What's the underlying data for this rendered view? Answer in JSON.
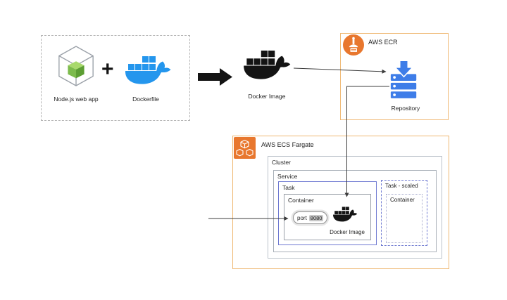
{
  "colors": {
    "docker-blue": "#2496ED",
    "icon-black": "#141414",
    "aws-orange": "#E8772E",
    "orange-border": "#EFB873",
    "repo-blue": "#3E7DE8",
    "node-green-top": "#A8D96C",
    "node-green-left": "#7CBB4C",
    "node-green-right": "#5C9E33",
    "wireframe-gray": "#9AA0A8",
    "cluster-border": "#BCC3CB",
    "service-border": "#A9B0B8",
    "container-border": "#9BA1A9",
    "task-border": "#6E79D1",
    "scaled-container-border": "#A9ADCE",
    "dashed-gray": "#B5B5B5",
    "arrow-gray": "#3C3C3C",
    "port-badge-bg": "#C7C7C7",
    "text": "#1F1F1F"
  },
  "build": {
    "app_label": "Node.js web app",
    "plus": "+",
    "dockerfile_label": "Dockerfile"
  },
  "image": {
    "label": "Docker Image"
  },
  "ecr": {
    "title": "AWS ECR",
    "repository_label": "Repository"
  },
  "ecs": {
    "title": "AWS ECS Fargate",
    "cluster_label": "Cluster",
    "service_label": "Service",
    "task": {
      "label": "Task",
      "container_label": "Container",
      "port_label": "port",
      "port_value": "8080",
      "image_label": "Docker Image"
    },
    "task_scaled": {
      "label": "Task - scaled",
      "container_label": "Container"
    }
  }
}
